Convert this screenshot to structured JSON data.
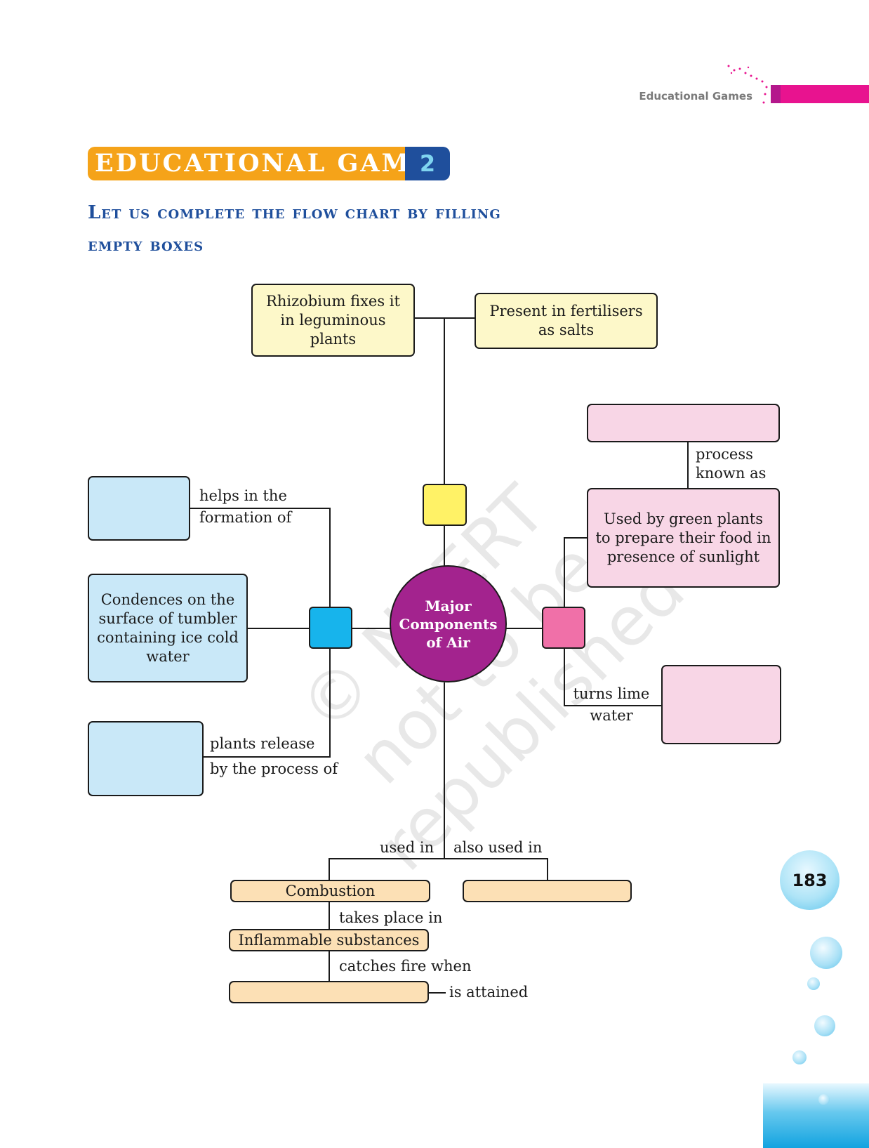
{
  "header": {
    "section_title": "Educational Games"
  },
  "game": {
    "label": "EDUCATIONAL GAME",
    "number": "2"
  },
  "heading": {
    "line1": "Let us complete the flow chart by filling",
    "line2": "empty boxes"
  },
  "center": {
    "label": "Major Components of Air"
  },
  "nitrogen_branch": {
    "box1": "Rhizobium fixes it in leguminous plants",
    "box2": "Present in fertilisers as salts"
  },
  "co2_branch": {
    "top_empty_box": "",
    "label_process": "process known as",
    "box_used": "Used by green plants to prepare their food in presence of sunlight",
    "label_lime": "turns lime water",
    "bottom_empty_box": ""
  },
  "water_branch": {
    "empty_box1": "",
    "label_formation": "helps in the formation of",
    "box_condenses": "Condences on the surface of tumbler containing ice cold water",
    "empty_box2": "",
    "label_release_1": "plants release",
    "label_release_2": "by the process of"
  },
  "oxygen_branch": {
    "label_used_in": "used in",
    "label_also_used_in": "also used in",
    "box_combustion": "Combustion",
    "empty_box_right": "",
    "label_takes_place": "takes place in",
    "box_inflammable": "Inflammable substances",
    "label_catches_fire": "catches fire when",
    "empty_box_bottom": "",
    "label_attained": "is attained"
  },
  "watermark": {
    "line1": "© NCERT",
    "line2": "not to be republished"
  },
  "page_number": "183",
  "colors": {
    "yellow_box": "#fdf8c9",
    "pink_box": "#f8d6e6",
    "blue_box": "#c9e8f8",
    "peach_box": "#fce0b5",
    "center_circle": "#a3238e",
    "heading_blue": "#1f4f9c",
    "badge_orange": "#f5a319",
    "accent_magenta": "#e8138f"
  }
}
